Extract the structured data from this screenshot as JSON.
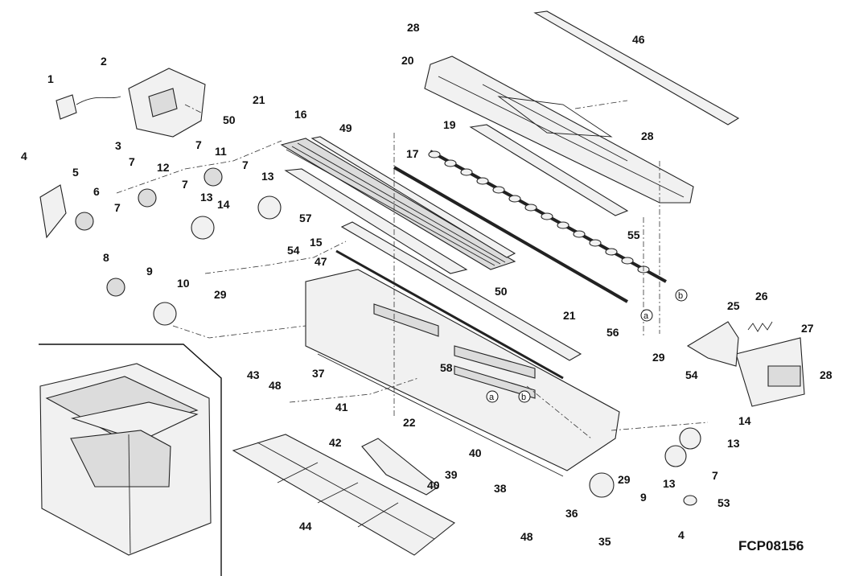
{
  "figure_code": "FCP08156",
  "callouts": [
    "28",
    "20",
    "46",
    "2",
    "1",
    "3",
    "21",
    "16",
    "49",
    "19",
    "28",
    "50",
    "17",
    "4",
    "5",
    "7",
    "12",
    "7",
    "11",
    "7",
    "13",
    "6",
    "7",
    "13",
    "14",
    "57",
    "55",
    "7",
    "8",
    "9",
    "10",
    "15",
    "54",
    "47",
    "50",
    "21",
    "b",
    "a",
    "29",
    "26",
    "25",
    "27",
    "56",
    "29",
    "54",
    "28",
    "14",
    "13",
    "7",
    "13",
    "53",
    "9",
    "4",
    "35",
    "36",
    "29",
    "48",
    "38",
    "40",
    "39",
    "40",
    "22",
    "41",
    "42",
    "44",
    "43",
    "48",
    "37",
    "58",
    "a",
    "b"
  ],
  "icons": [
    "parts-exploded-view",
    "printer-locator-inset"
  ]
}
